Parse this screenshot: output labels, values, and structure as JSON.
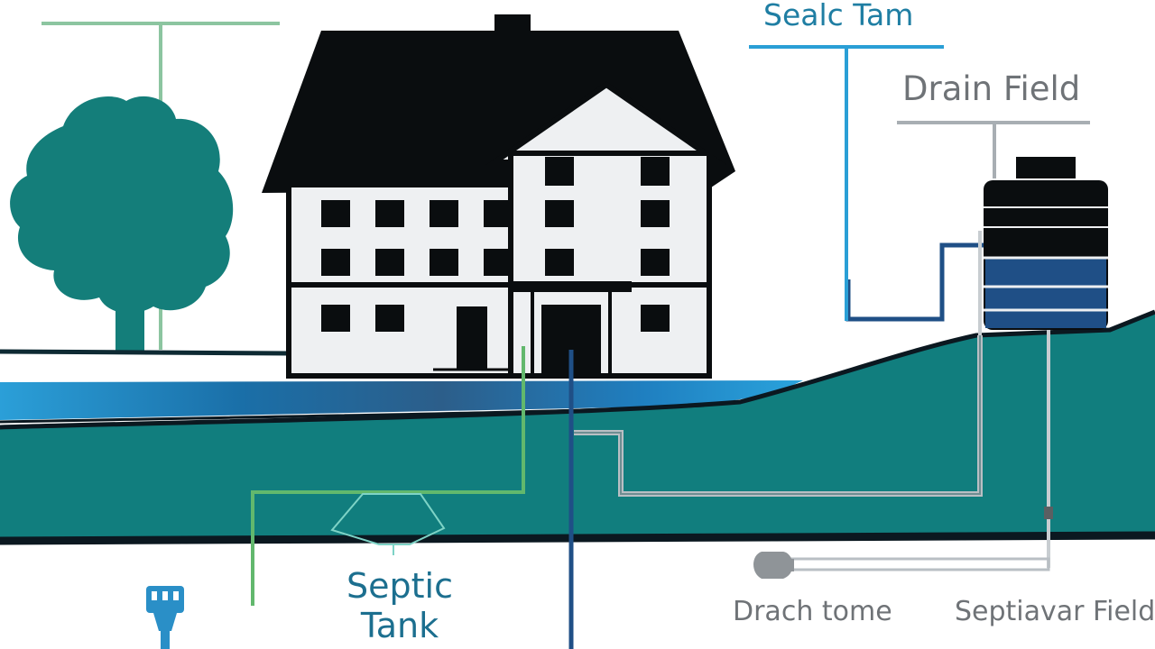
{
  "labels": {
    "top_septic": "Sealc Tam",
    "drain_field": "Drain Field",
    "septic_tank_line1": "Septic",
    "septic_tank_line2": "Tank",
    "bottom_middle": "Drach tome",
    "bottom_right": "Septiavar Field"
  },
  "colors": {
    "ground": "#117e7e",
    "water": "#1b7fbe",
    "roof": "#0a0d0f",
    "house_wall": "#eef0f2",
    "tree": "#147e7a",
    "pipe_green": "#62b86d",
    "pipe_blue": "#2a8fc7",
    "pipe_gray": "#a8aeb3",
    "pipe_navy": "#1f4f86"
  }
}
